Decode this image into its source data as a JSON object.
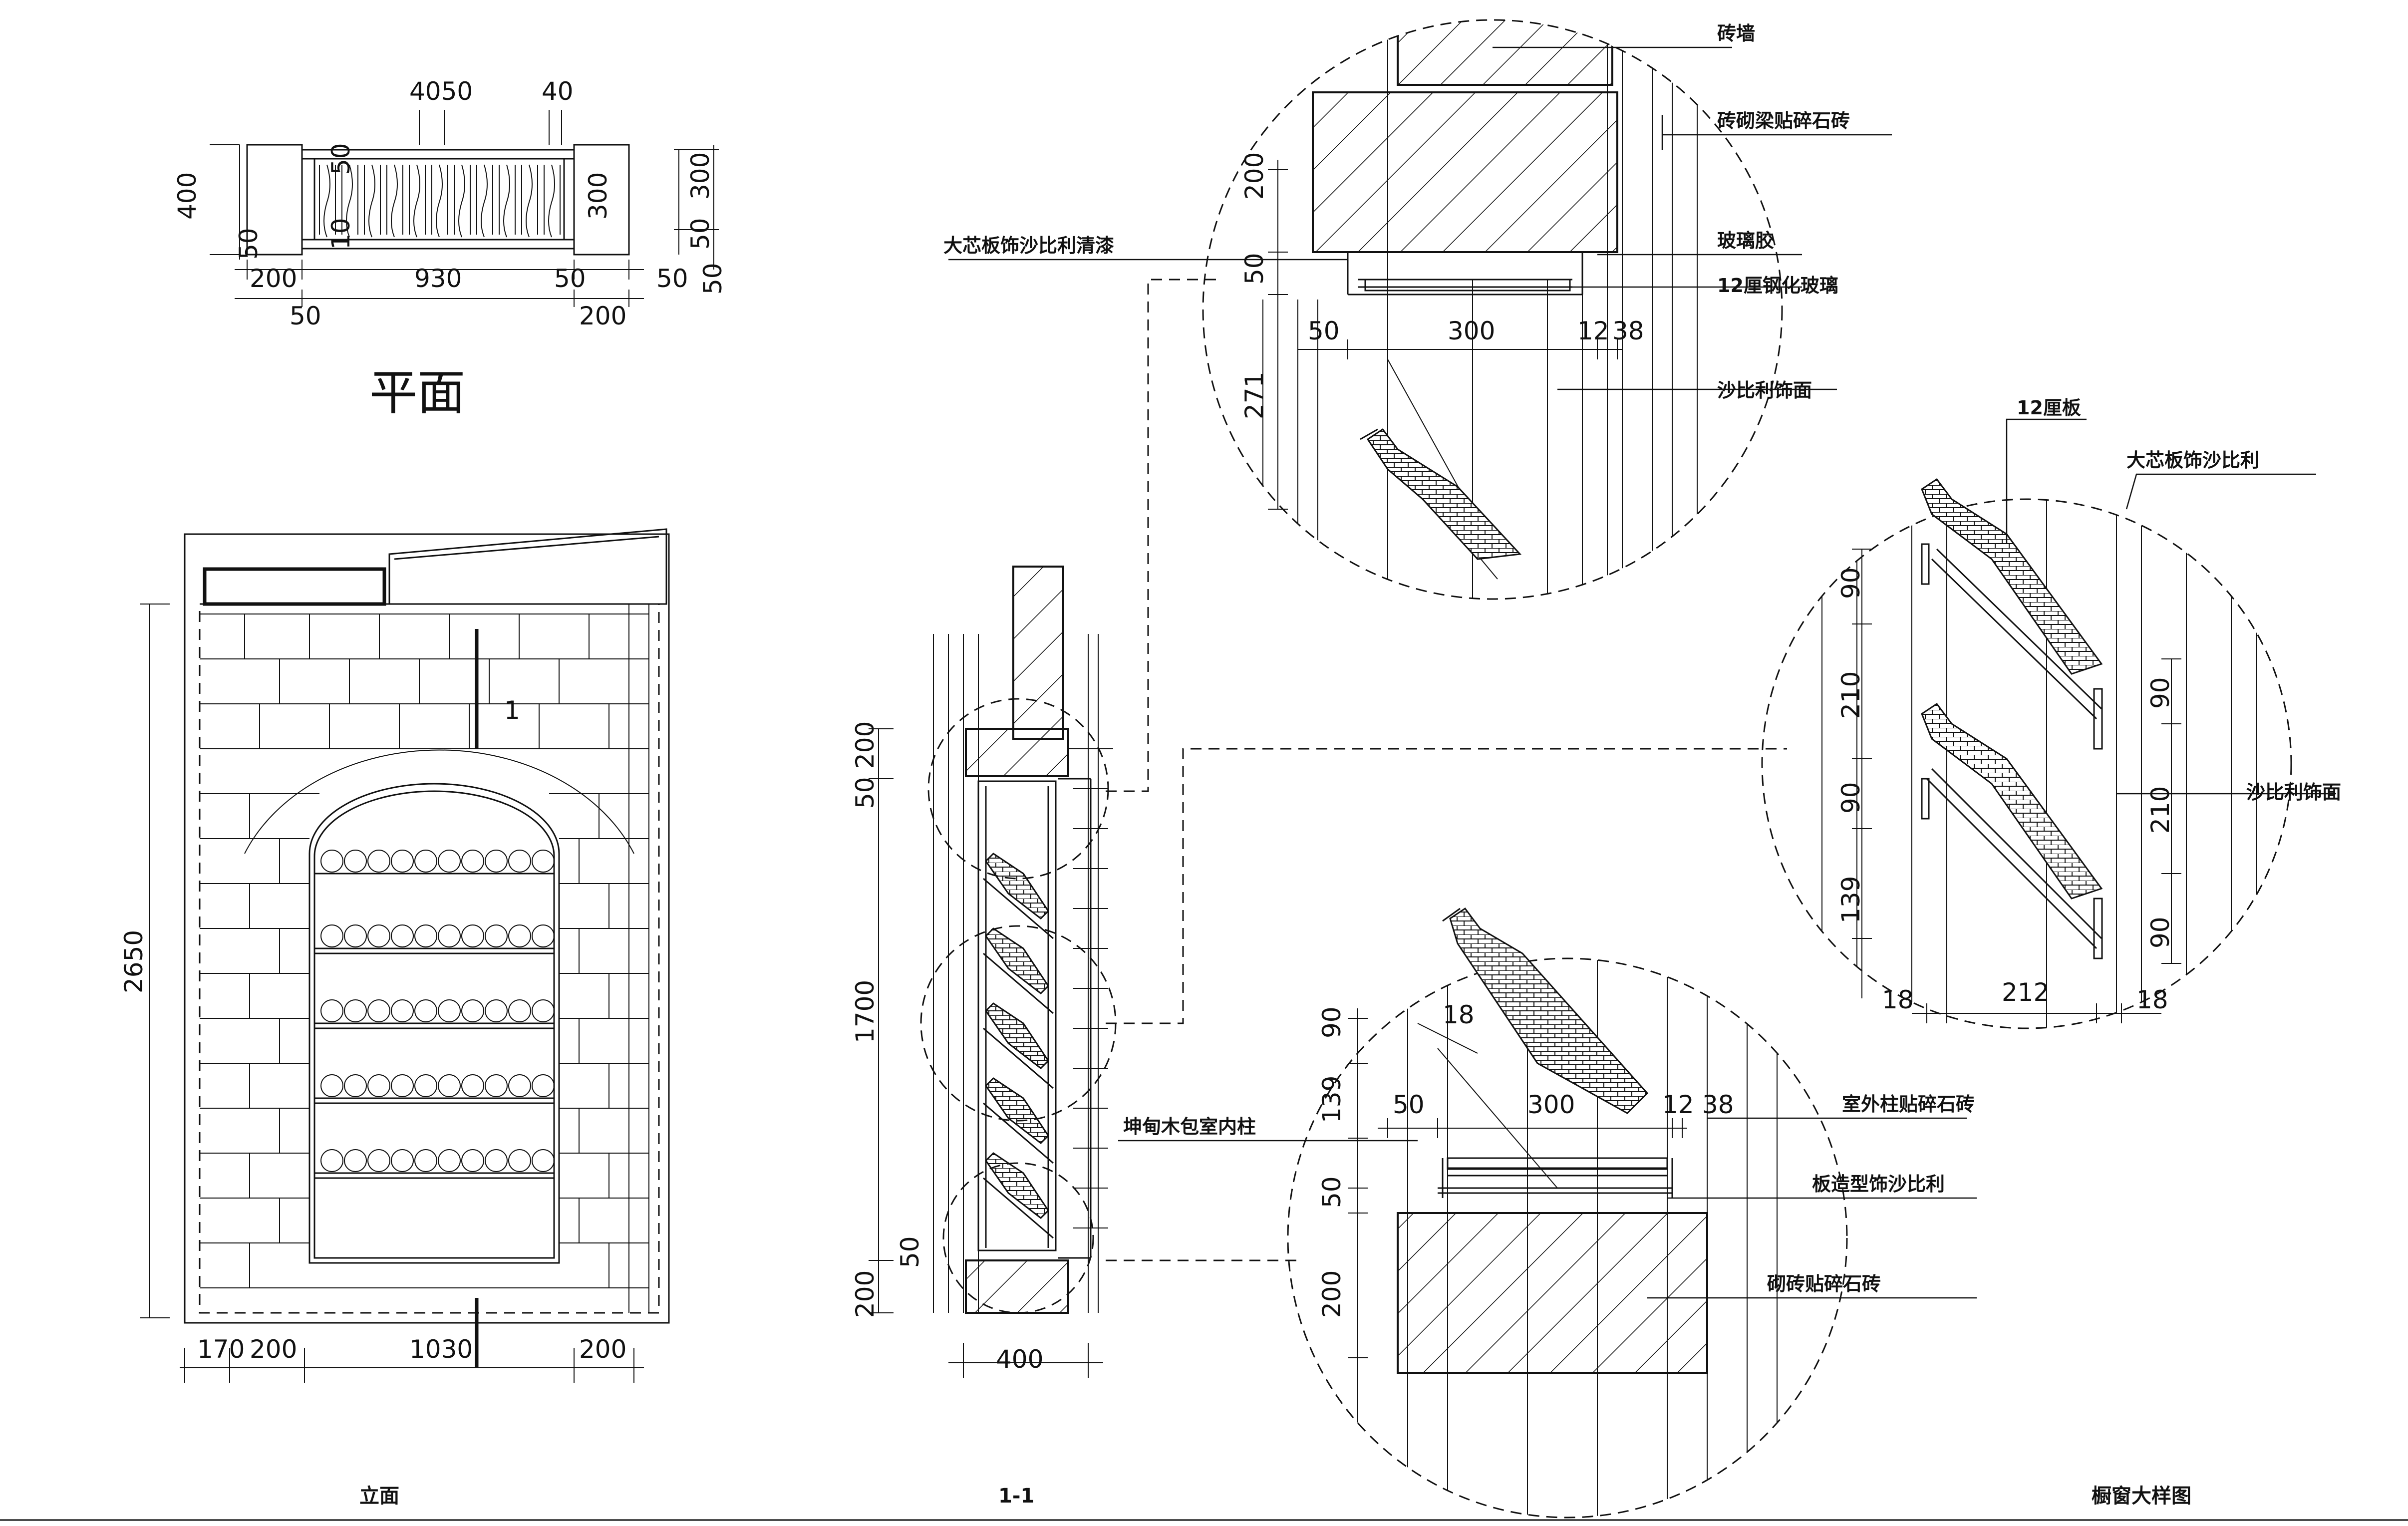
{
  "titles": {
    "plan": "平面",
    "elevation": "立面",
    "section": "1-1",
    "detail": "橱窗大样图"
  },
  "plan_dims": {
    "top_a": "4050",
    "top_b": "40",
    "left": "400",
    "left_small": "50",
    "inner_a": "50",
    "inner_b": "10",
    "right_a": "300",
    "right_b": "300",
    "right_c": "50",
    "bottom_1": "200",
    "bottom_2": "930",
    "bottom_3": "50",
    "bottom_4": "50",
    "bottom_5": "50",
    "lower_1": "50",
    "lower_2": "200"
  },
  "elevation_dims": {
    "height": "2650",
    "b1": "170",
    "b2": "200",
    "b3": "1030",
    "b4": "200",
    "section_mark": "1"
  },
  "section_dims": {
    "d1": "50",
    "d2": "200",
    "d3": "1700",
    "d4": "50",
    "d5": "200",
    "width": "400"
  },
  "labels": {
    "brick_wall": "砖墙",
    "brick_beam": "砖砌梁贴碎石砖",
    "board_clear": "大芯板饰沙比利清漆",
    "glass_glue": "玻璃胶",
    "tempered_glass": "12厘钢化玻璃",
    "sapele_face_1": "沙比利饰面",
    "board_12": "12厘板",
    "board_sapele": "大芯板饰沙比利",
    "sapele_face_2": "沙比利饰面",
    "kunnan_column": "坤甸木包室内柱",
    "outdoor_column": "室外柱贴碎石砖",
    "board_shape": "板造型饰沙比利",
    "brick_stone": "砌砖贴碎石砖"
  },
  "detail_top_dims": {
    "v1": "200",
    "v2": "50",
    "v3": "271",
    "h1": "50",
    "h2": "300",
    "h3": "12",
    "h4": "38"
  },
  "detail_right_dims": {
    "l1": "90",
    "l2": "210",
    "l3": "90",
    "l4": "139",
    "r1": "90",
    "r2": "210",
    "r3": "90",
    "b1": "18",
    "b2": "212",
    "b3": "18"
  },
  "detail_bottom_dims": {
    "v1": "90",
    "v2": "18",
    "v3": "139",
    "v4": "50",
    "v5": "200",
    "h1": "50",
    "h2": "300",
    "h3": "12",
    "h4": "38"
  }
}
